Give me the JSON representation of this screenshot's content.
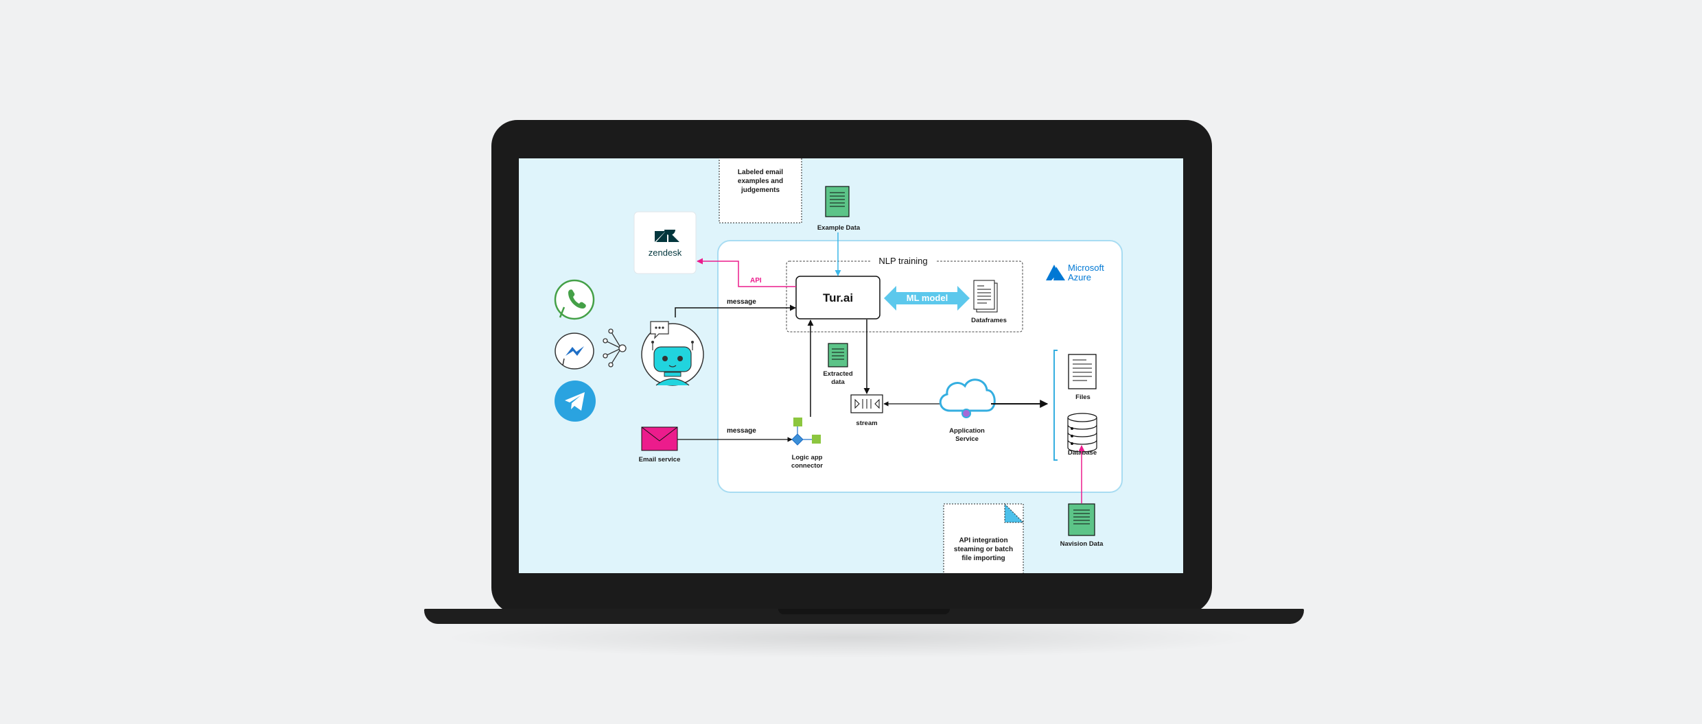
{
  "notes": {
    "labeled": [
      "Labeled email",
      "examples and",
      "judgements"
    ],
    "api_integration": [
      "API integration",
      "steaming or batch",
      "file importing"
    ]
  },
  "sources": {
    "example_data": "Example Data",
    "navision_data": "Navision Data"
  },
  "azure": {
    "line1": "Microsoft",
    "line2": "Azure"
  },
  "zendesk": "zendesk",
  "nlp_training": "NLP training",
  "turai": "Tur.ai",
  "ml_model": "ML model",
  "dataframes": "Dataframes",
  "extracted": [
    "Extracted",
    "data"
  ],
  "stream": "stream",
  "app_service": [
    "Application",
    "Service"
  ],
  "files": "Files",
  "database": "Database",
  "email_service": "Email service",
  "logic_app": [
    "Logic app",
    "connector"
  ],
  "edges": {
    "api": "API",
    "message_top": "message",
    "message_bottom": "message"
  },
  "icons": [
    "whatsapp-icon",
    "messenger-icon",
    "telegram-icon",
    "chatbot-icon",
    "email-icon",
    "document-icon",
    "cloud-icon",
    "database-icon",
    "files-icon",
    "connector-icon",
    "stream-icon"
  ],
  "colors": {
    "screen_bg": "#dff4fb",
    "azure_blue": "#0078d4",
    "arrow_blue": "#3bb7e8",
    "api_pink": "#ec1c8c",
    "doc_green": "#5cc488",
    "logic_green": "#8cc63f",
    "bezel": "#1b1b1b"
  }
}
